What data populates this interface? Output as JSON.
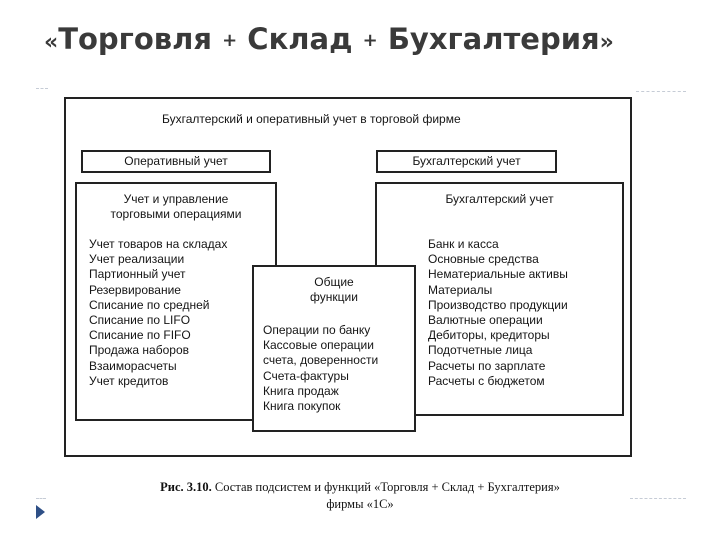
{
  "slide": {
    "title_open_quote": "«",
    "title_part1": "Торговля",
    "title_plus1": "+",
    "title_part2": "Склад",
    "title_plus2": "+",
    "title_part3": "Бухгалтерия",
    "title_close_quote": "»"
  },
  "diagram": {
    "heading": "Бухгалтерский и оперативный учет в торговой фирме",
    "left_header": "Оперативный учет",
    "right_header": "Бухгалтерский учет",
    "left_panel": {
      "title_line1": "Учет и управление",
      "title_line2": "торговыми операциями",
      "items": [
        "Учет товаров на складах",
        "Учет реализации",
        "Партионный учет",
        "Резервирование",
        "Списание по средней",
        "Списание по LIFO",
        "Списание по FIFO",
        "Продажа наборов",
        "Взаиморасчеты",
        "Учет кредитов"
      ]
    },
    "center_panel": {
      "title_line1": "Общие",
      "title_line2": "функции",
      "items": [
        "Операции по банку",
        "Кассовые операции",
        "счета, доверенности",
        "Счета-фактуры",
        "Книга продаж",
        "Книга покупок"
      ]
    },
    "right_panel": {
      "title": "Бухгалтерский учет",
      "items": [
        "Банк и касса",
        "Основные средства",
        "Нематериальные активы",
        "Материалы",
        "Производство продукции",
        "Валютные операции",
        "Дебиторы, кредиторы",
        "Подотчетные лица",
        "Расчеты по зарплате",
        "Расчеты с бюджетом"
      ]
    }
  },
  "caption": {
    "label": "Рис. 3.10.",
    "line1": "Состав подсистем и функций «Торговля + Склад + Бухгалтерия»",
    "line2": "фирмы «1С»"
  }
}
